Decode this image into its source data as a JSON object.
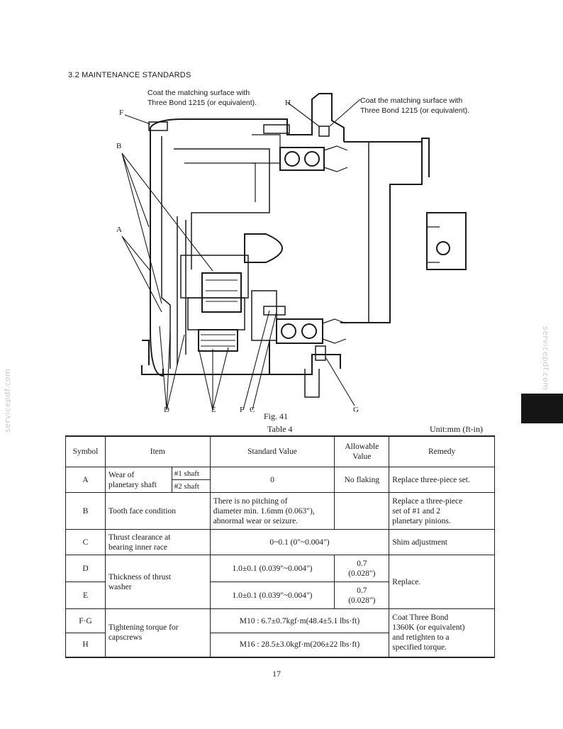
{
  "page": {
    "heading": "3.2 MAINTENANCE STANDARDS",
    "note_left": "Coat the matching surface with\nThree Bond 1215 (or equivalent).",
    "note_right": "Coat the matching surface with\nThree Bond 1215 (or equivalent).",
    "callouts": {
      "F_top": "F",
      "H": "H",
      "B": "B",
      "A": "A",
      "D": "D",
      "E": "E",
      "F_bottom": "F",
      "C": "C",
      "G": "G"
    },
    "figure_caption": "Fig. 41",
    "table_caption": "Table 4",
    "unit_label": "Unit:mm (ft-in)",
    "page_number": "17",
    "watermark": "servicepdf.com"
  },
  "table": {
    "headers": {
      "symbol": "Symbol",
      "item": "Item",
      "standard": "Standard Value",
      "allowable": "Allowable\nValue",
      "remedy": "Remedy"
    },
    "rows": {
      "A": {
        "symbol": "A",
        "item": "Wear of\nplanetary shaft",
        "shaft1": "#1 shaft",
        "shaft2": "#2 shaft",
        "standard": "0",
        "allowable": "No flaking",
        "remedy": "Replace three-piece set."
      },
      "B": {
        "symbol": "B",
        "item": "Tooth face condition",
        "standard": "There is no pitching of\ndiameter min. 1.6mm (0.063\"),\nabnormal wear or seizure.",
        "remedy": "Replace a three-piece\nset of #1 and 2\nplanetary pinions."
      },
      "C": {
        "symbol": "C",
        "item": "Thrust clearance at\nbearing inner race",
        "standard": "0~0.1 (0\"~0.004\")",
        "remedy": "Shim adjustment"
      },
      "D": {
        "symbol": "D",
        "standard": "1.0±0.1 (0.039\"~0.004\")",
        "allowable": "0.7\n(0.028\")"
      },
      "E": {
        "symbol": "E",
        "standard": "1.0±0.1 (0.039\"~0.004\")",
        "allowable": "0.7\n(0.028\")"
      },
      "DE": {
        "item": "Thickness of thrust\nwasher",
        "remedy": "Replace."
      },
      "FG": {
        "symbol": "F·G",
        "standard": "M10 : 6.7±0.7kgf·m(48.4±5.1 lbs·ft)"
      },
      "H": {
        "symbol": "H",
        "standard": "M16 : 28.5±3.0kgf·m(206±22 lbs·ft)"
      },
      "FGH": {
        "item": "Tightening torque for\ncapscrews",
        "remedy": "Coat Three Bond\n1360K (or equivalent)\nand retighten to a\nspecified torque."
      }
    }
  }
}
